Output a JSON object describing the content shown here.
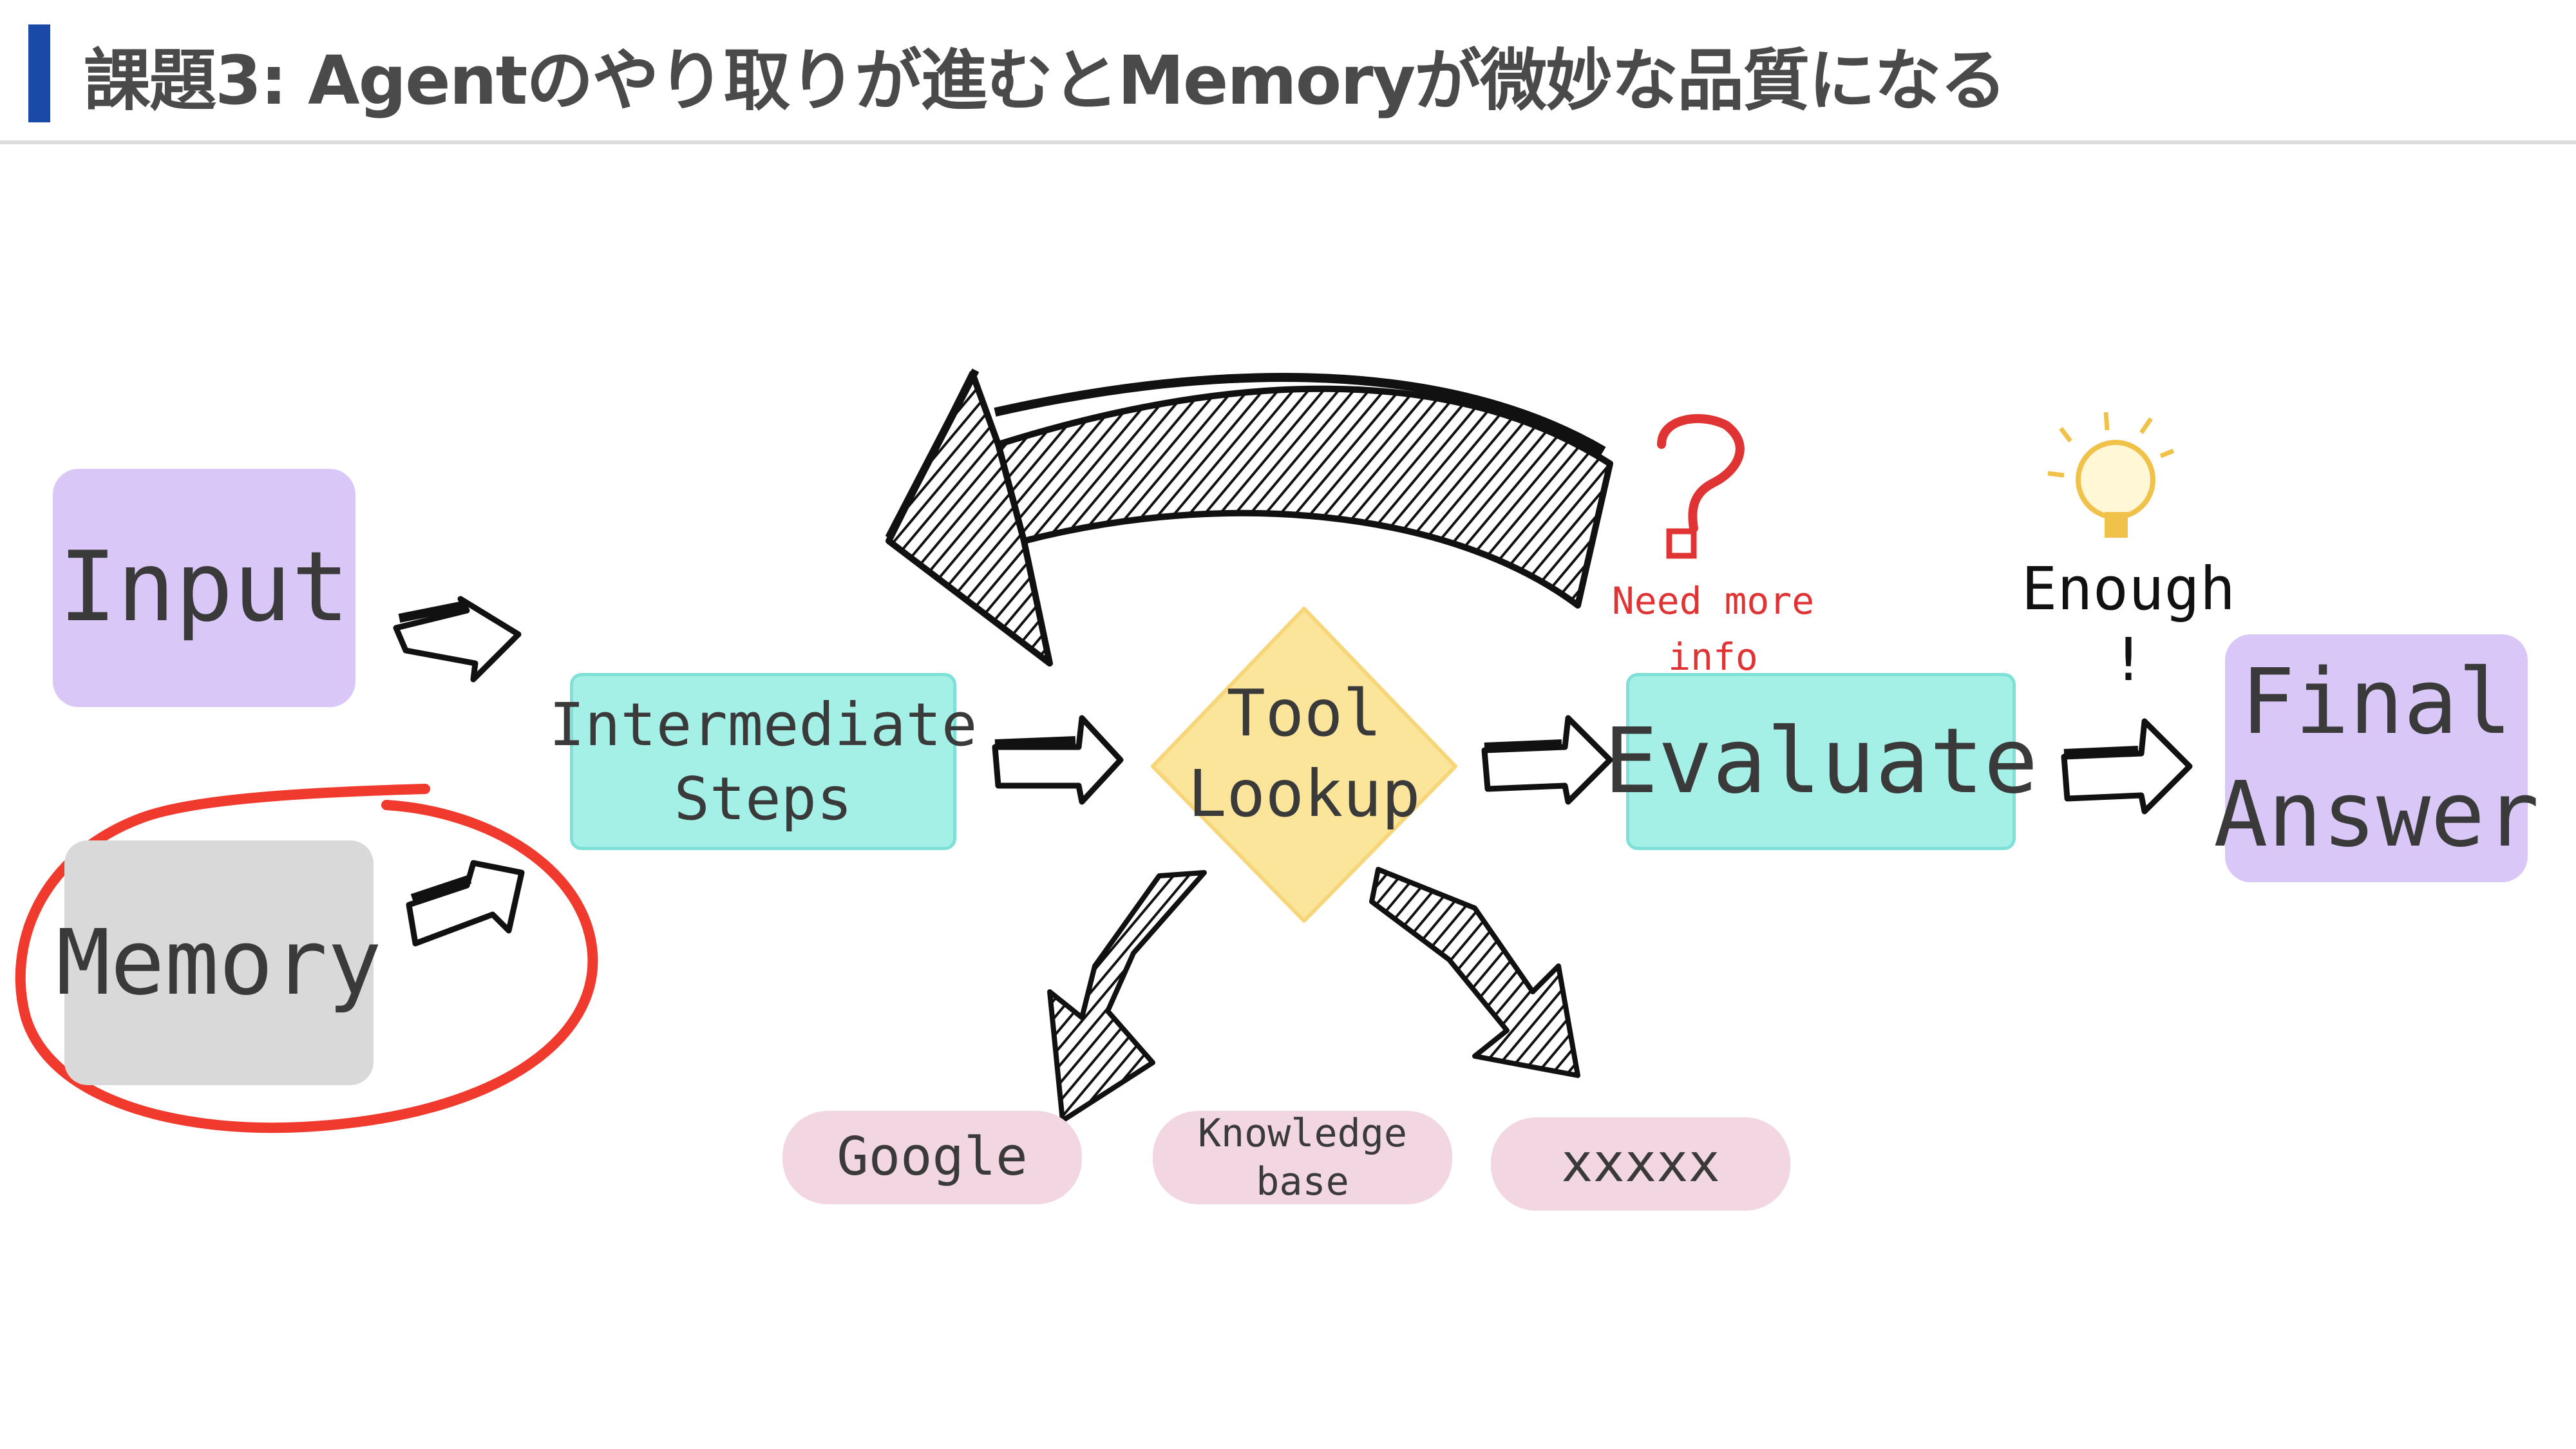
{
  "header": {
    "title": "課題3: Agentのやり取りが進むとMemoryが微妙な品質になる"
  },
  "diagram": {
    "nodes": {
      "input": "Input",
      "memory": "Memory",
      "intermediate_line1": "Intermediate",
      "intermediate_line2": "Steps",
      "tool_line1": "Tool",
      "tool_line2": "Lookup",
      "evaluate": "Evaluate",
      "final_line1": "Final",
      "final_line2": "Answer"
    },
    "tools": [
      "Google",
      "Knowledge base",
      "xxxxx"
    ],
    "annotations": {
      "need_more_line1": "Need more",
      "need_more_line2": "info",
      "enough_line1": "Enough",
      "enough_line2": "!"
    },
    "icons": {
      "question": "question-mark-icon",
      "idea": "light-bulb-icon"
    },
    "colors": {
      "accent": "#1a4aa8",
      "purple": "#d9c7f7",
      "cyan": "#a5f0e6",
      "yellow": "#fbe59b",
      "pink": "#f2d6e1",
      "gray": "#d9d9d9",
      "highlight_red": "#f03a2e"
    }
  }
}
